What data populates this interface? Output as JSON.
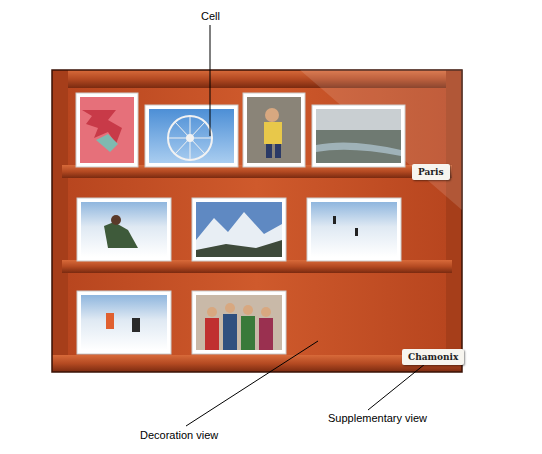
{
  "diagram": {
    "nodes": [
      {
        "text": [
          "Paris"
        ]
      },
      {
        "text": [
          "Chamonix"
        ]
      }
    ],
    "labels": [
      "Cell",
      "Decoration view",
      "Supplementary view"
    ]
  }
}
